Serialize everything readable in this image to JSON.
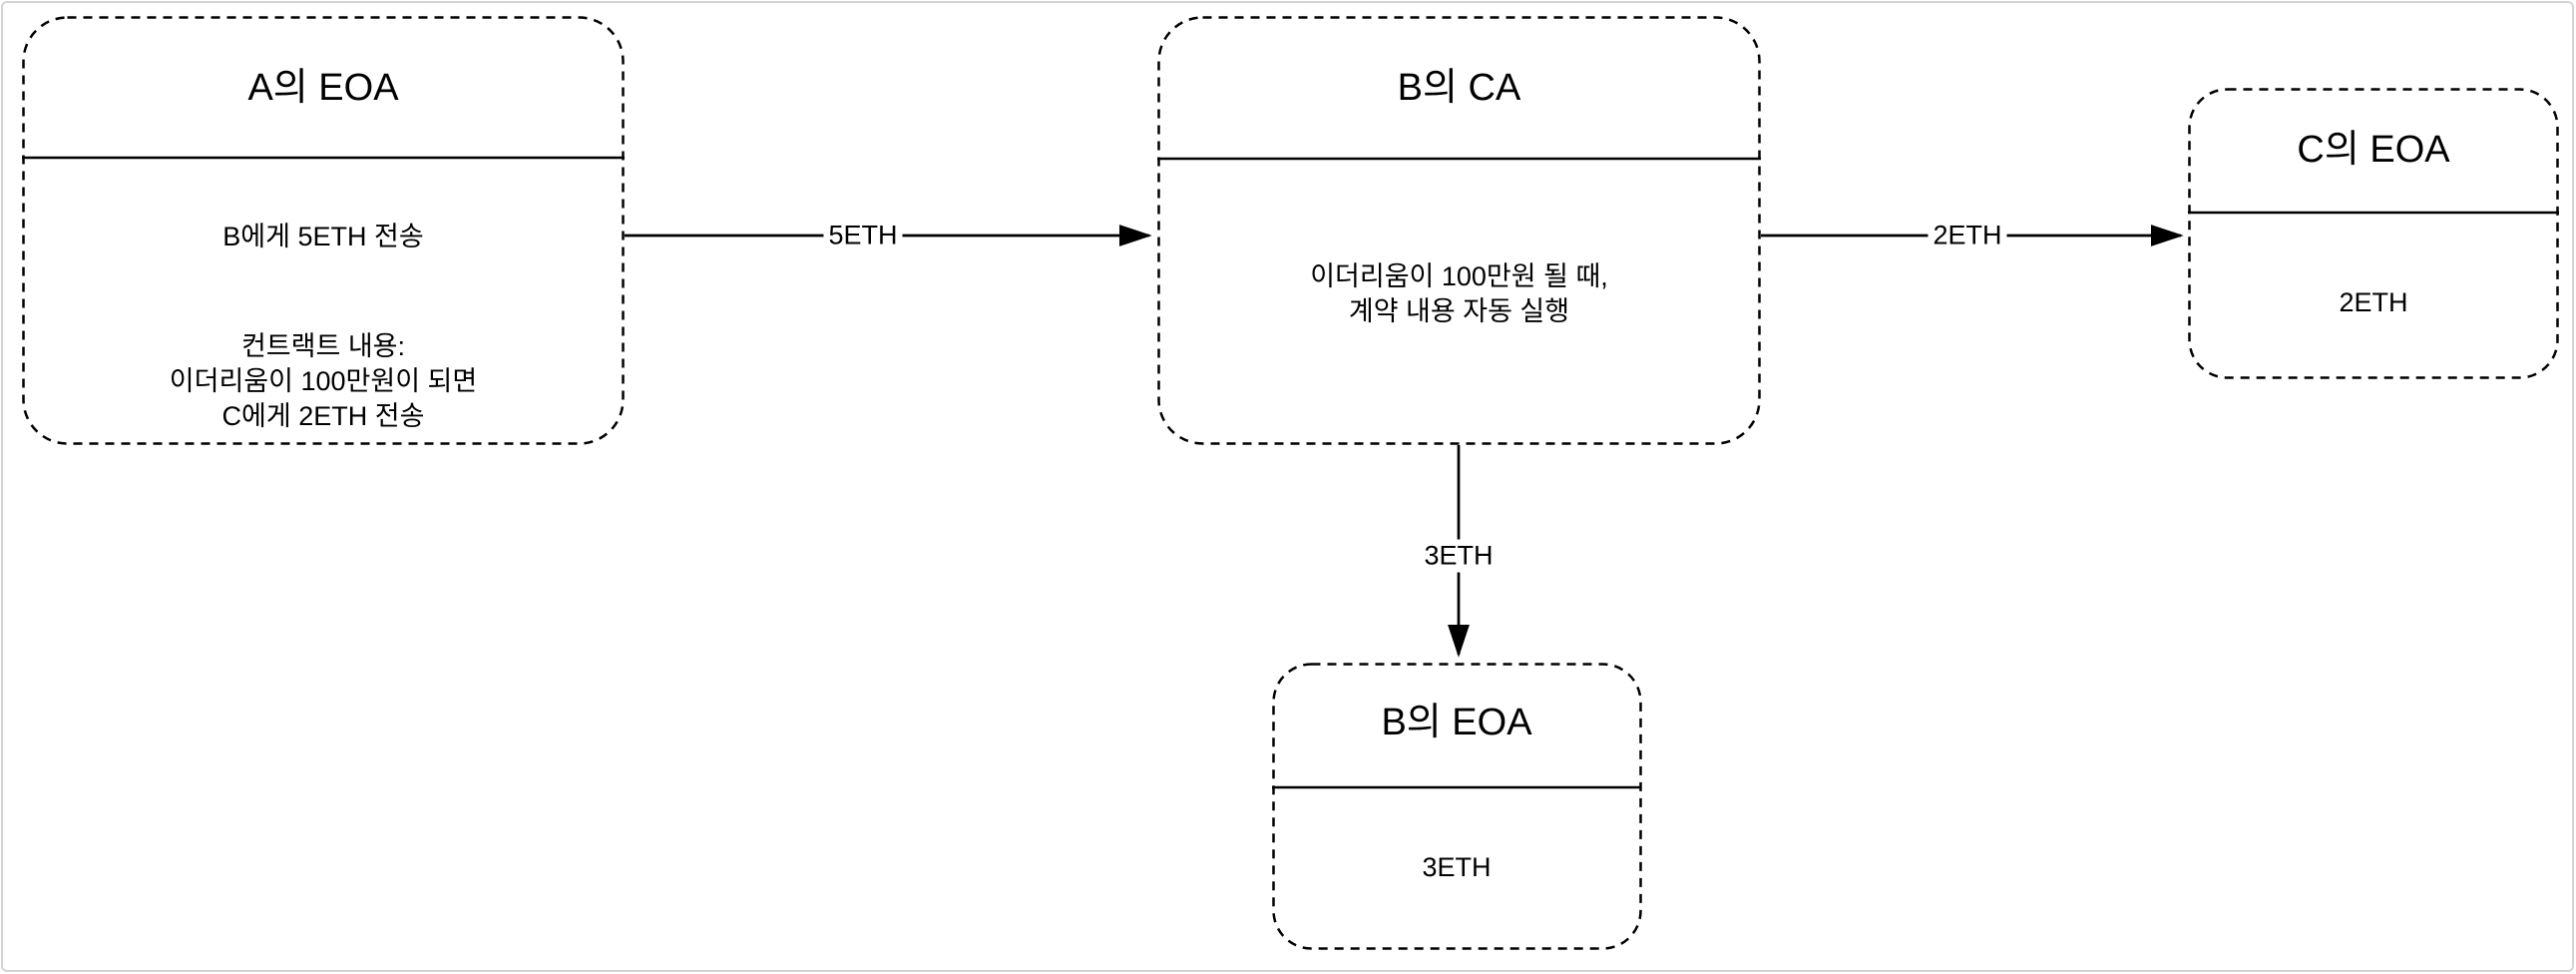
{
  "diagram": {
    "type": "flowchart",
    "language": "ko",
    "colors": {
      "stroke": "#000000",
      "text": "#000000",
      "background": "#ffffff",
      "frame": "#d4d4d4"
    },
    "nodes": [
      {
        "id": "a-eoa",
        "title": "A의 EOA",
        "body_lines": [
          "B에게 5ETH 전송",
          "컨트랙트 내용:",
          "이더리움이 100만원이 되면",
          "C에게 2ETH 전송"
        ]
      },
      {
        "id": "b-ca",
        "title": "B의 CA",
        "body_lines": [
          "이더리움이 100만원 될 때,",
          "계약 내용 자동 실행"
        ]
      },
      {
        "id": "c-eoa",
        "title": "C의 EOA",
        "body_lines": [
          "2ETH"
        ]
      },
      {
        "id": "b-eoa",
        "title": "B의 EOA",
        "body_lines": [
          "3ETH"
        ]
      }
    ],
    "edges": [
      {
        "from": "A의 EOA",
        "to": "B의 CA",
        "label": "5ETH"
      },
      {
        "from": "B의 CA",
        "to": "C의 EOA",
        "label": "2ETH"
      },
      {
        "from": "B의 CA",
        "to": "B의 EOA",
        "label": "3ETH"
      }
    ]
  }
}
